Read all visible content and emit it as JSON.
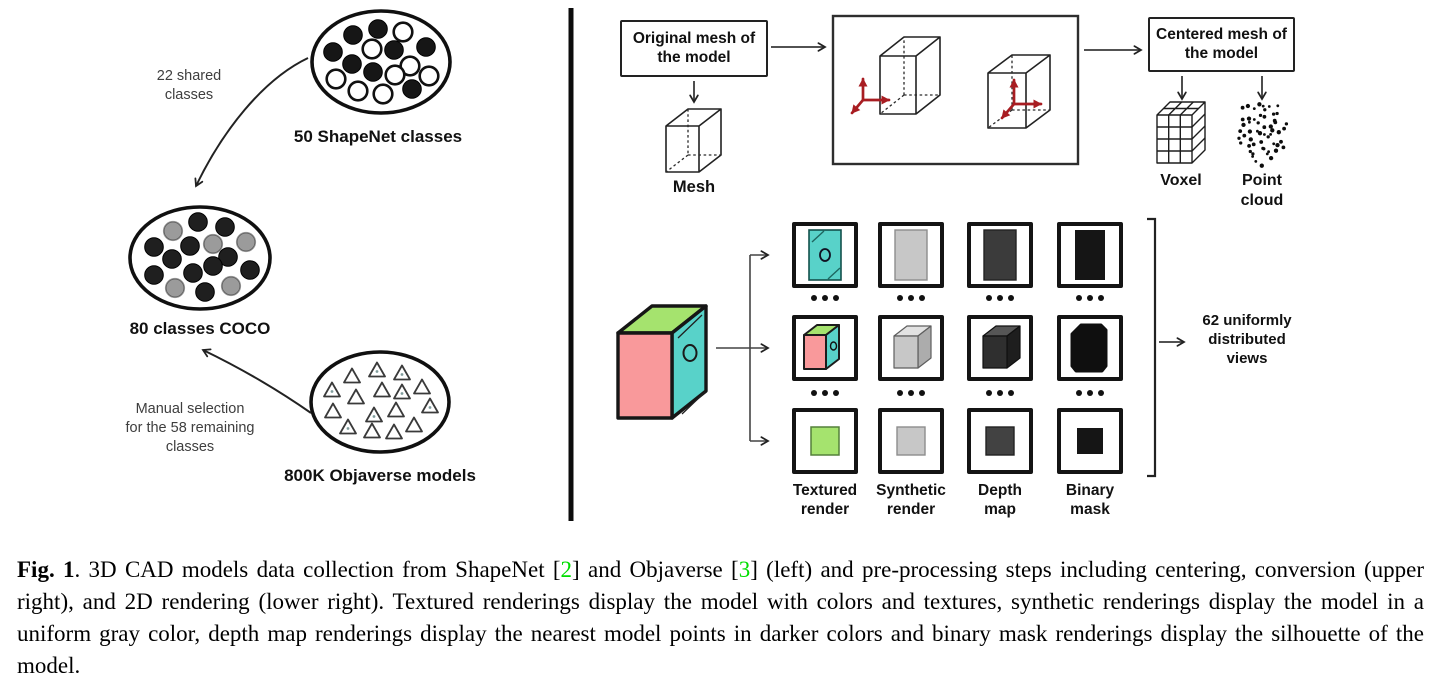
{
  "figure": {
    "left": {
      "shapenet_label": "50 ShapeNet classes",
      "coco_label": "80 classes COCO",
      "objaverse_label": "800K Objaverse models",
      "shared_note_lines": [
        "22 shared",
        "classes"
      ],
      "manual_note_lines": [
        "Manual selection",
        "for the 58 remaining",
        "classes"
      ],
      "shapenet_dots": [
        [
          -28,
          -27,
          "black"
        ],
        [
          -3,
          -33,
          "black"
        ],
        [
          22,
          -30,
          "white"
        ],
        [
          45,
          -15,
          "black"
        ],
        [
          -48,
          -10,
          "black"
        ],
        [
          -9,
          -13,
          "white"
        ],
        [
          13,
          -12,
          "black"
        ],
        [
          -29,
          2,
          "black"
        ],
        [
          29,
          4,
          "white"
        ],
        [
          -45,
          17,
          "white"
        ],
        [
          -8,
          10,
          "black"
        ],
        [
          14,
          13,
          "white"
        ],
        [
          48,
          14,
          "white"
        ],
        [
          -23,
          29,
          "white"
        ],
        [
          2,
          32,
          "white"
        ],
        [
          31,
          27,
          "black"
        ]
      ],
      "coco_dots": [
        [
          -27,
          -27,
          "gray"
        ],
        [
          -2,
          -36,
          "dark"
        ],
        [
          25,
          -31,
          "dark"
        ],
        [
          46,
          -16,
          "gray"
        ],
        [
          -46,
          -11,
          "dark"
        ],
        [
          -10,
          -12,
          "dark"
        ],
        [
          13,
          -14,
          "gray"
        ],
        [
          -28,
          1,
          "dark"
        ],
        [
          28,
          -1,
          "dark"
        ],
        [
          -46,
          17,
          "dark"
        ],
        [
          -7,
          15,
          "dark"
        ],
        [
          13,
          8,
          "dark"
        ],
        [
          50,
          12,
          "dark"
        ],
        [
          -25,
          30,
          "gray"
        ],
        [
          5,
          34,
          "dark"
        ],
        [
          31,
          28,
          "gray"
        ]
      ],
      "objaverse_triangles": [
        [
          -28,
          -26,
          0
        ],
        [
          -3,
          -32,
          1
        ],
        [
          22,
          -29,
          1
        ],
        [
          -48,
          -12,
          1
        ],
        [
          -24,
          -5,
          0
        ],
        [
          2,
          -12,
          0
        ],
        [
          22,
          -10,
          1
        ],
        [
          42,
          -15,
          0
        ],
        [
          -47,
          9,
          0
        ],
        [
          -6,
          13,
          1
        ],
        [
          16,
          8,
          0
        ],
        [
          50,
          4,
          1
        ],
        [
          -32,
          25,
          1
        ],
        [
          -8,
          29,
          0
        ],
        [
          14,
          30,
          0
        ],
        [
          34,
          23,
          0
        ]
      ]
    },
    "flow_top": {
      "box1_lines": [
        "Original mesh of",
        "the model"
      ],
      "mesh_label": "Mesh",
      "box2_lines": [
        "Centered mesh of",
        "the model"
      ],
      "voxel_label": "Voxel",
      "pointcloud_label_lines": [
        "Point",
        "cloud"
      ]
    },
    "flow_render": {
      "column_labels": [
        [
          "Textured",
          "render"
        ],
        [
          "Synthetic",
          "render"
        ],
        [
          "Depth",
          "map"
        ],
        [
          "Binary",
          "mask"
        ]
      ],
      "views_note_lines": [
        "62 uniformly",
        "distributed",
        "views"
      ]
    },
    "colors": {
      "cube_front": "#F9999B",
      "cube_top": "#A5E36E",
      "cube_side": "#58D2C9",
      "axis_red": "#A81D22",
      "citation_green": "#00DD00",
      "render_gray": "#C7C7C7",
      "depth_gray": "#3B3B3B",
      "mask_black": "#151515",
      "coco_gray": "#9B9B9B"
    }
  },
  "caption": {
    "segments": [
      {
        "text": "Fig. 1",
        "style": "bold"
      },
      {
        "text": ". 3D CAD models data collection from ShapeNet [",
        "style": "normal"
      },
      {
        "text": "2",
        "style": "cite"
      },
      {
        "text": "] and Objaverse [",
        "style": "normal"
      },
      {
        "text": "3",
        "style": "cite"
      },
      {
        "text": "] (left) and pre-processing steps including centering, conversion (upper right), and 2D rendering (lower right).  Textured renderings display the model with colors and textures, synthetic renderings display the model in a uniform gray color, depth map renderings display the nearest model points in darker colors and binary mask renderings display the silhouette of the model.",
        "style": "normal"
      }
    ]
  }
}
